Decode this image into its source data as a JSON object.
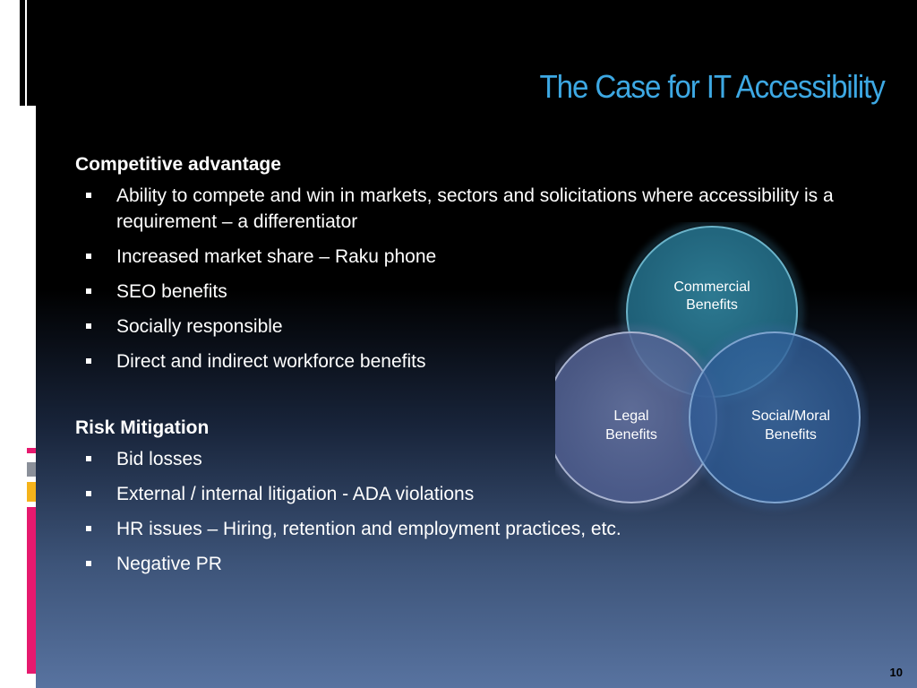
{
  "slide": {
    "title": "The Case for IT Accessibility",
    "page_number": "10"
  },
  "sections": [
    {
      "heading": "Competitive advantage",
      "items": [
        "Ability to compete and win in markets, sectors and solicitations where accessibility is a requirement – a differentiator",
        "Increased market share – Raku phone",
        "SEO benefits",
        "Socially responsible",
        "Direct and indirect workforce benefits"
      ]
    },
    {
      "heading": "Risk Mitigation",
      "items": [
        "Bid losses",
        "External / internal litigation - ADA violations",
        "HR issues – Hiring, retention and employment practices, etc.",
        "Negative PR"
      ]
    }
  ],
  "venn": {
    "top": [
      "Commercial",
      "Benefits"
    ],
    "left": [
      "Legal",
      "Benefits"
    ],
    "right": [
      "Social/Moral",
      "Benefits"
    ]
  },
  "colors": {
    "title": "#3da8e3",
    "accent_pink": "#e6196e",
    "accent_yellow": "#f5b31a",
    "accent_gray": "#8a8f99"
  }
}
